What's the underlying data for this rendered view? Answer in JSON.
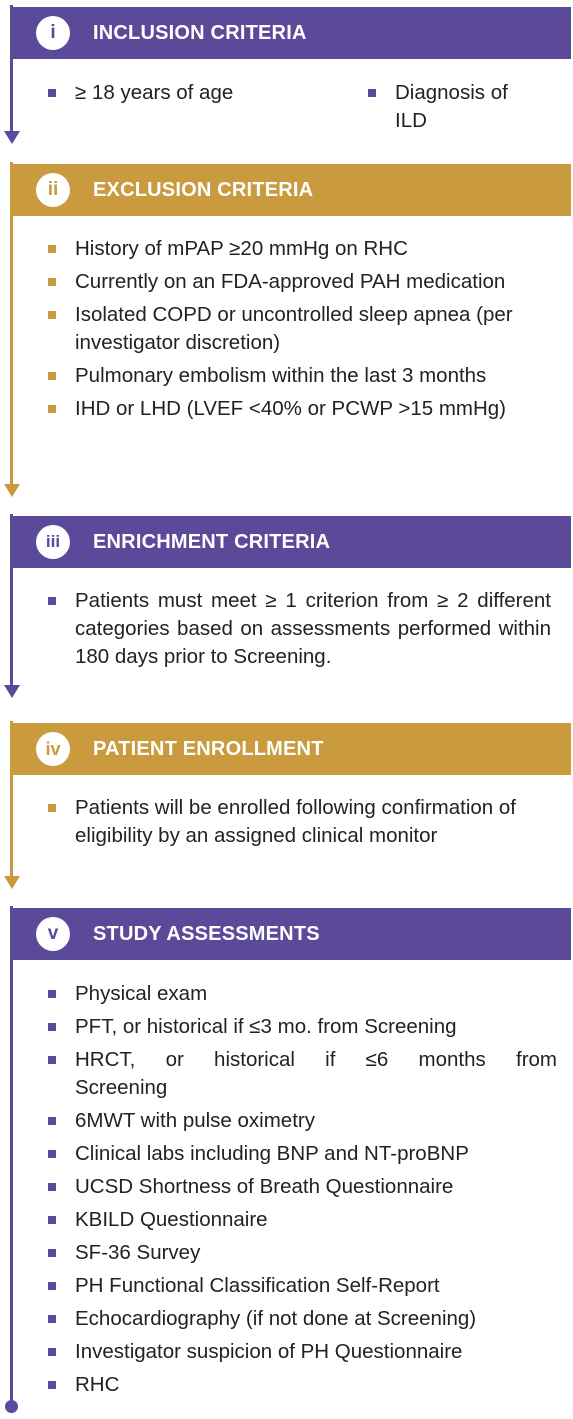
{
  "colors": {
    "purple": "#5b4a9a",
    "gold": "#c99a3e"
  },
  "sections": [
    {
      "numeral": "i",
      "title": "INCLUSION CRITERIA",
      "items": [
        "≥ 18 years of age",
        "Diagnosis of ILD"
      ]
    },
    {
      "numeral": "ii",
      "title": "EXCLUSION CRITERIA",
      "items": [
        "History of mPAP ≥20 mmHg on RHC",
        "Currently on an FDA-approved PAH medication",
        "Isolated COPD or uncontrolled sleep apnea (per investigator discretion)",
        "Pulmonary embolism within the last 3 months",
        "IHD or LHD (LVEF <40% or PCWP >15 mmHg)"
      ]
    },
    {
      "numeral": "iii",
      "title": "ENRICHMENT CRITERIA",
      "items": [
        "Patients must meet ≥ 1 criterion from ≥ 2 different categories based on assessments performed within 180 days prior to Screening."
      ]
    },
    {
      "numeral": "iv",
      "title": "PATIENT ENROLLMENT",
      "items": [
        "Patients will be enrolled following confirmation of eligibility by an assigned clinical monitor"
      ]
    },
    {
      "numeral": "v",
      "title": "STUDY ASSESSMENTS",
      "items": [
        "Physical exam",
        "PFT, or historical if ≤3 mo. from Screening",
        "HRCT, or historical if ≤6 months from Screening",
        "6MWT with pulse oximetry",
        "Clinical labs including BNP and NT-proBNP",
        "UCSD Shortness of Breath Questionnaire",
        "KBILD Questionnaire",
        "SF-36 Survey",
        "PH Functional Classification Self-Report",
        "Echocardiography (if not done at Screening)",
        "Investigator suspicion of PH Questionnaire",
        "RHC"
      ]
    }
  ]
}
